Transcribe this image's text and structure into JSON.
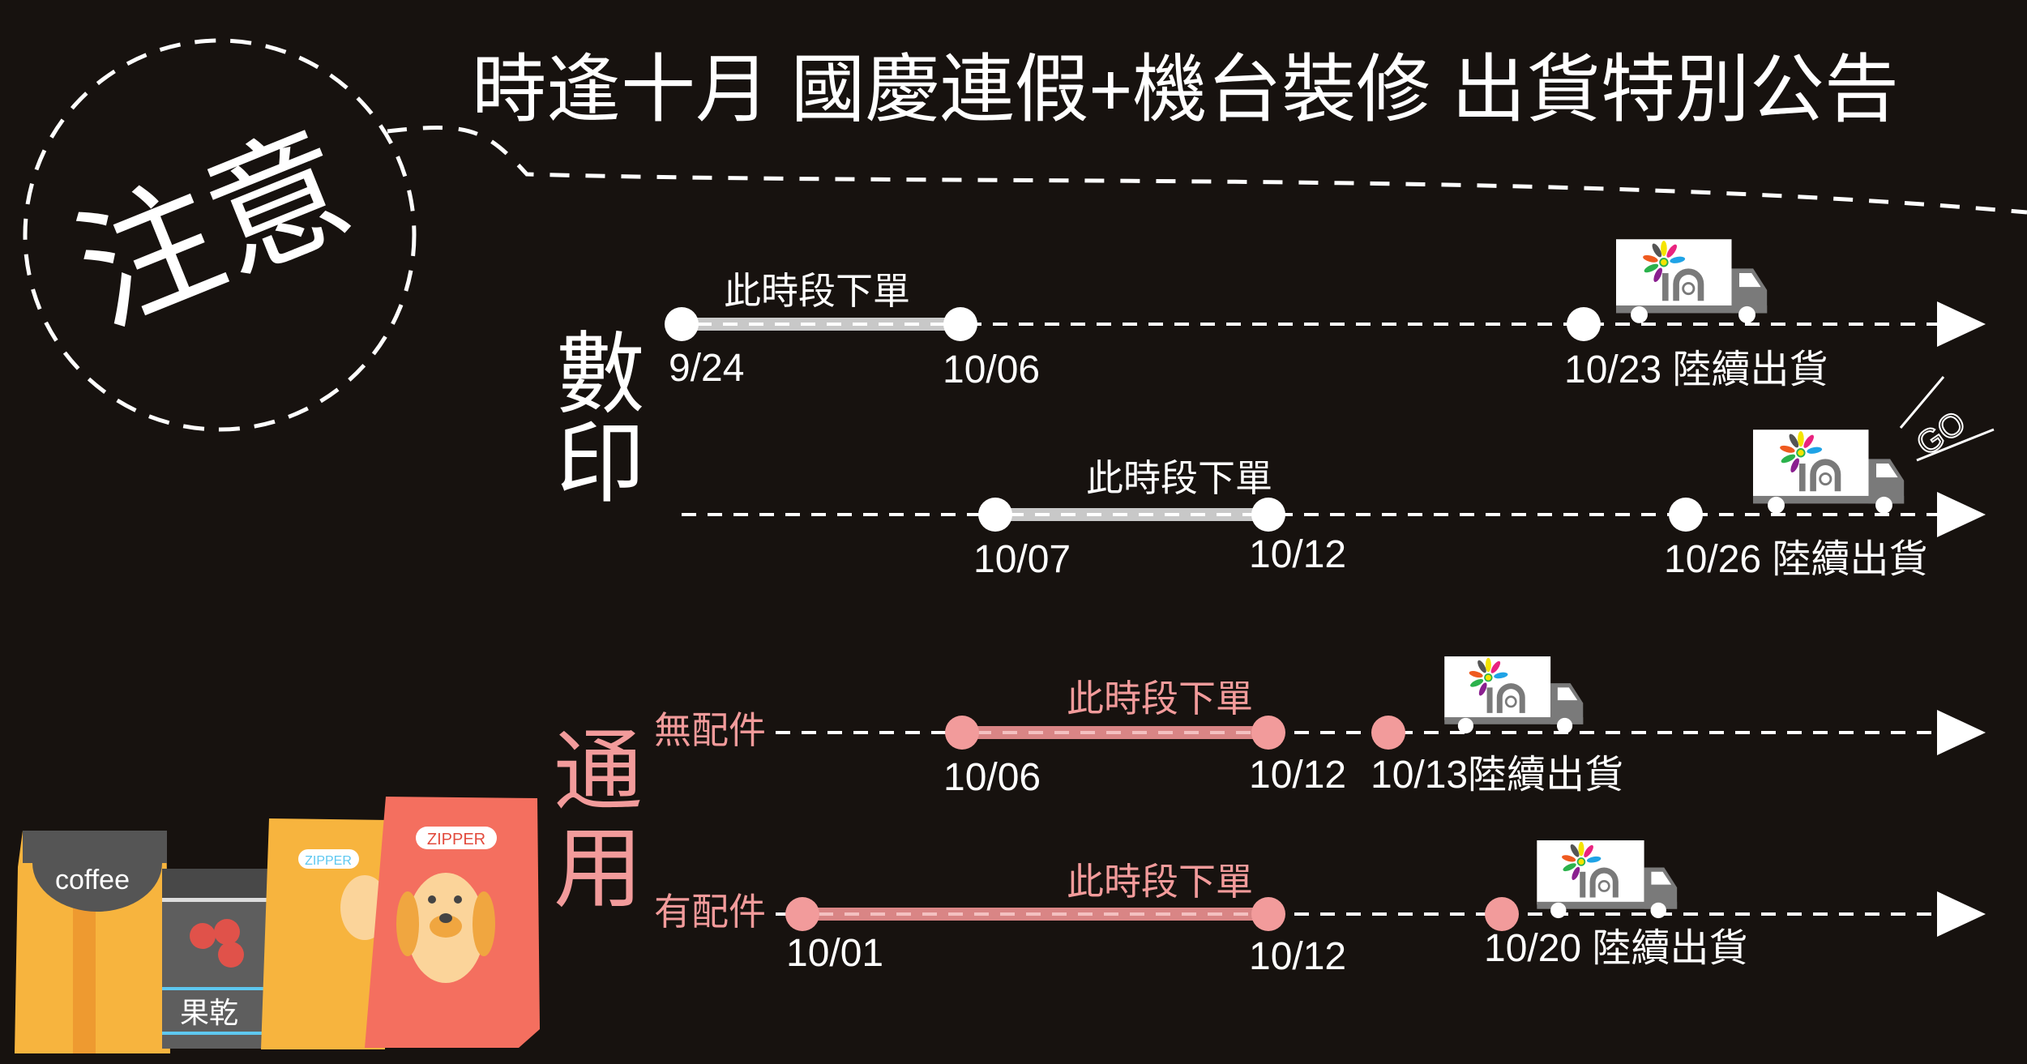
{
  "header": {
    "title": "時逢十月  國慶連假+機台裝修   出貨特別公告",
    "notice_badge": "注意"
  },
  "colors": {
    "background": "#17120f",
    "white": "#ffffff",
    "pink": "#f29b9b",
    "segment_grey": "#c8c8c8",
    "segment_pink": "#d98585"
  },
  "sections": [
    {
      "label": "數印",
      "rows": [
        {
          "order_label": "此時段下單",
          "start": "9/24",
          "end": "10/06",
          "ship": "10/23 陸續出貨"
        },
        {
          "order_label": "此時段下單",
          "start": "10/07",
          "end": "10/12",
          "ship": "10/26 陸續出貨"
        }
      ],
      "go_label": "GO"
    },
    {
      "label": "通用",
      "rows": [
        {
          "row_label": "無配件",
          "order_label": "此時段下單",
          "start": "10/06",
          "end": "10/12",
          "ship": "10/13陸續出貨"
        },
        {
          "row_label": "有配件",
          "order_label": "此時段下單",
          "start": "10/01",
          "end": "10/12",
          "ship": "10/20 陸續出貨"
        }
      ]
    }
  ],
  "products": {
    "coffee_label": "coffee",
    "dried_fruit_label": "果乾",
    "zipper_label": "ZIPPER"
  },
  "truck_logo_text": "in",
  "icons": [
    "truck-icon",
    "arrow-right-icon",
    "flower-logo-icon"
  ]
}
